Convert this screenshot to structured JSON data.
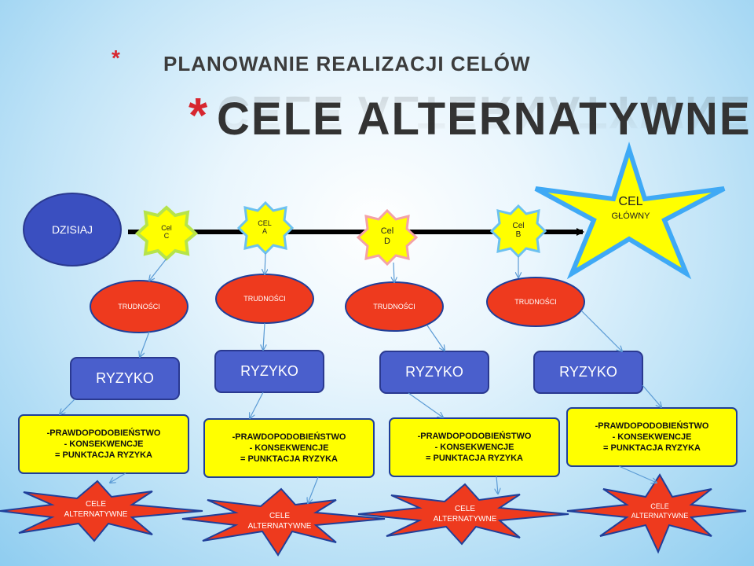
{
  "subtitle_star": "*",
  "subtitle": "PLANOWANIE REALIZACJI  CELÓW",
  "title_star": "*",
  "title": "CELE ALTERNATYWNE",
  "today_label": "DZISIAJ",
  "main_goal": {
    "line1": "CEL",
    "line2": "GŁÓWNY"
  },
  "goals": [
    {
      "line1": "Cel",
      "line2": "C"
    },
    {
      "line1": "CEL",
      "line2": "A"
    },
    {
      "line1": "Cel",
      "line2": "D"
    },
    {
      "line1": "Cel",
      "line2": "B"
    }
  ],
  "difficulty_label": "TRUDNOŚCI",
  "risk_label": "RYZYKO",
  "risk_box": {
    "line1": "-PRAWDOPODOBIEŃSTWO",
    "line2": "- KONSEKWENCJE",
    "line3": "= PUNKTACJA RYZYKA"
  },
  "alternative": {
    "line1": "CELE",
    "line2": "ALTERNATYWNE"
  },
  "colors": {
    "ellipse_blue": "#3a4fc0",
    "risk_blue": "#4a5fcc",
    "difficulty_red": "#ee3a1e",
    "star_yellow": "#ffff00",
    "box_yellow": "#ffff00",
    "alt_red": "#ee3a1e",
    "arrow_line": "#000000",
    "connector": "#5b9bd5"
  }
}
